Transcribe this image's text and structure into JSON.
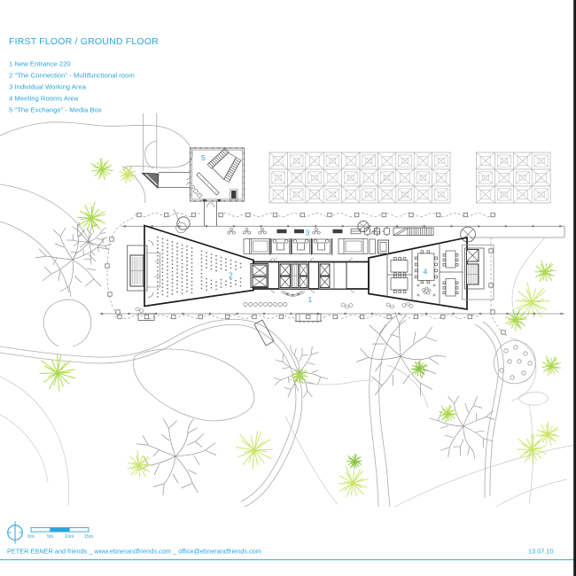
{
  "title": "FIRST FLOOR / GROUND FLOOR",
  "legend": {
    "items": [
      "1 New Entrance 220",
      "2 \"The Connection\" - Multifunctional room",
      "3 Individual Working Area",
      "4 Meeting Rooms Area",
      "5 \"The Exchange\" - Media Box"
    ]
  },
  "plan_labels": {
    "new_entrance": "1",
    "connection": "2",
    "working_area": "3",
    "meeting_rooms": "4",
    "exchange": "5"
  },
  "scalebar": {
    "labels": [
      "0m",
      "5m",
      "10m",
      "15m"
    ]
  },
  "footer": {
    "credit": "PETER EBNER and friends _ www.ebnerandfriends.com _ office@ebnerandfriends.com",
    "date": "13.07.10"
  },
  "colors": {
    "accent": "#2BA5DC",
    "green_light": "#CBE56C",
    "green_mid": "#ACD94D",
    "green_dark": "#8CC63F",
    "ink": "#1c1c1c",
    "site_gray": "#a9abab",
    "soft_gray": "#c6c8c8"
  }
}
